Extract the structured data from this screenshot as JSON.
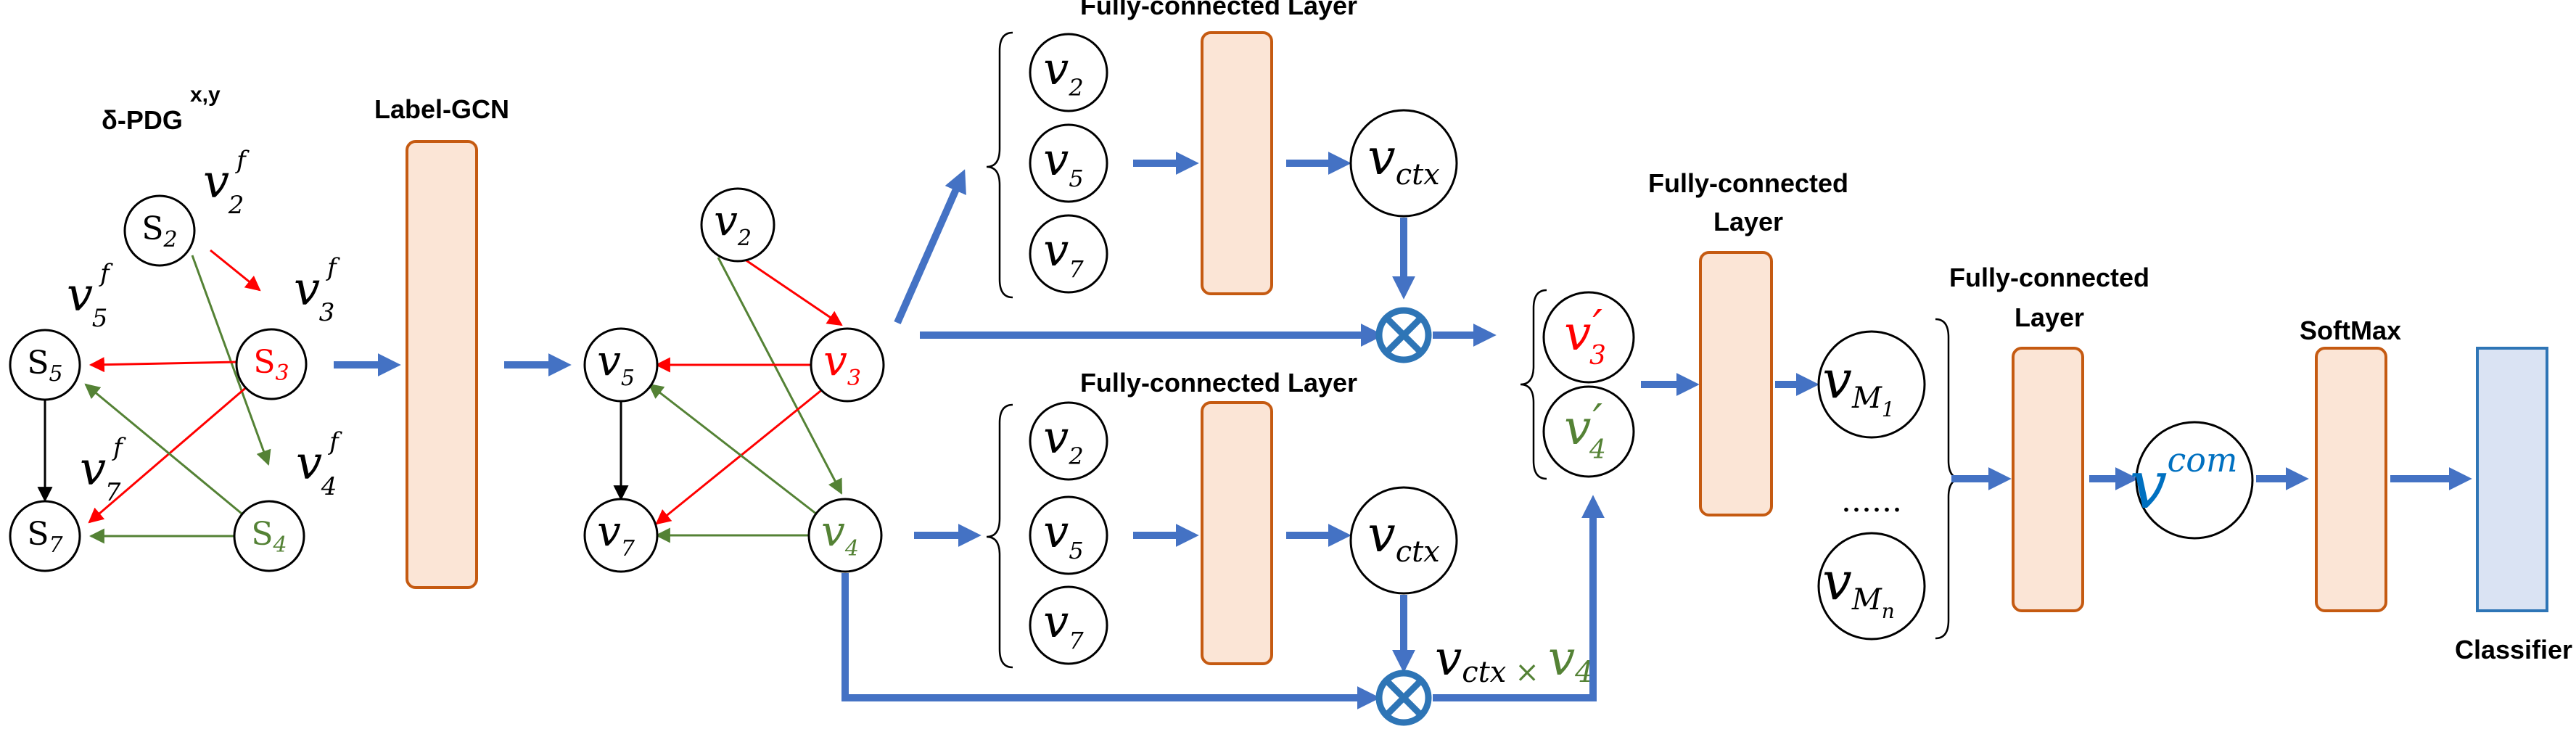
{
  "colors": {
    "blue_arrow": "#4472C4",
    "fc_fill": "#FBE5D6",
    "fc_stroke": "#C55A11",
    "classifier_fill": "#DAE3F3",
    "classifier_stroke": "#2E75B6",
    "red": "#FF0000",
    "green": "#548235",
    "black": "#000000",
    "vcom_blue": "#0070C0"
  },
  "labels": {
    "pdg_prefix": "δ-PDG",
    "pdg_sup": "x,y",
    "label_gcn": "Label-GCN",
    "fc_layer": "Fully-connected Layer",
    "fc_layer_line1": "Fully-connected",
    "fc_layer_line2": "Layer",
    "softmax": "SoftMax",
    "classifier": "Classifier",
    "dots": "......"
  },
  "pdg_graph": {
    "nodes": {
      "s2": {
        "letter": "S",
        "sub": "2",
        "color": "black"
      },
      "s3": {
        "letter": "S",
        "sub": "3",
        "color": "red"
      },
      "s4": {
        "letter": "S",
        "sub": "4",
        "color": "green"
      },
      "s5": {
        "letter": "S",
        "sub": "5",
        "color": "black"
      },
      "s7": {
        "letter": "S",
        "sub": "7",
        "color": "black"
      }
    },
    "features": {
      "f2": {
        "sym": "v",
        "sup": "f",
        "sub": "2"
      },
      "f3": {
        "sym": "v",
        "sup": "f",
        "sub": "3"
      },
      "f4": {
        "sym": "v",
        "sup": "f",
        "sub": "4"
      },
      "f5": {
        "sym": "v",
        "sup": "f",
        "sub": "5"
      },
      "f7": {
        "sym": "v",
        "sup": "f",
        "sub": "7"
      }
    }
  },
  "gcn_graph": {
    "nodes": {
      "v2": {
        "sym": "v",
        "sub": "2",
        "color": "black"
      },
      "v3": {
        "sym": "v",
        "sub": "3",
        "color": "red"
      },
      "v4": {
        "sym": "v",
        "sub": "4",
        "color": "green"
      },
      "v5": {
        "sym": "v",
        "sub": "5",
        "color": "black"
      },
      "v7": {
        "sym": "v",
        "sub": "7",
        "color": "black"
      }
    }
  },
  "context_top": {
    "inputs": [
      {
        "sym": "v",
        "sub": "2"
      },
      {
        "sym": "v",
        "sub": "5"
      },
      {
        "sym": "v",
        "sub": "7"
      }
    ],
    "output": {
      "sym": "v",
      "sub": "ctx"
    }
  },
  "context_bottom": {
    "inputs": [
      {
        "sym": "v",
        "sub": "2"
      },
      {
        "sym": "v",
        "sub": "5"
      },
      {
        "sym": "v",
        "sub": "7"
      }
    ],
    "output": {
      "sym": "v",
      "sub": "ctx"
    },
    "product": {
      "sym1": "v",
      "sub1": "ctx",
      "op": "×",
      "sym2": "v",
      "sub2": "4"
    }
  },
  "combined": {
    "v3p": {
      "sym": "v",
      "prime": "′",
      "sub": "3",
      "color": "red"
    },
    "v4p": {
      "sym": "v",
      "prime": "′",
      "sub": "4",
      "color": "green"
    }
  },
  "mlp_outputs": {
    "m1": {
      "sym": "v",
      "sub": "M",
      "subsub": "1"
    },
    "mn": {
      "sym": "v",
      "sub": "M",
      "subsub": "n"
    }
  },
  "vcom": {
    "sym": "v",
    "sup": "com"
  }
}
